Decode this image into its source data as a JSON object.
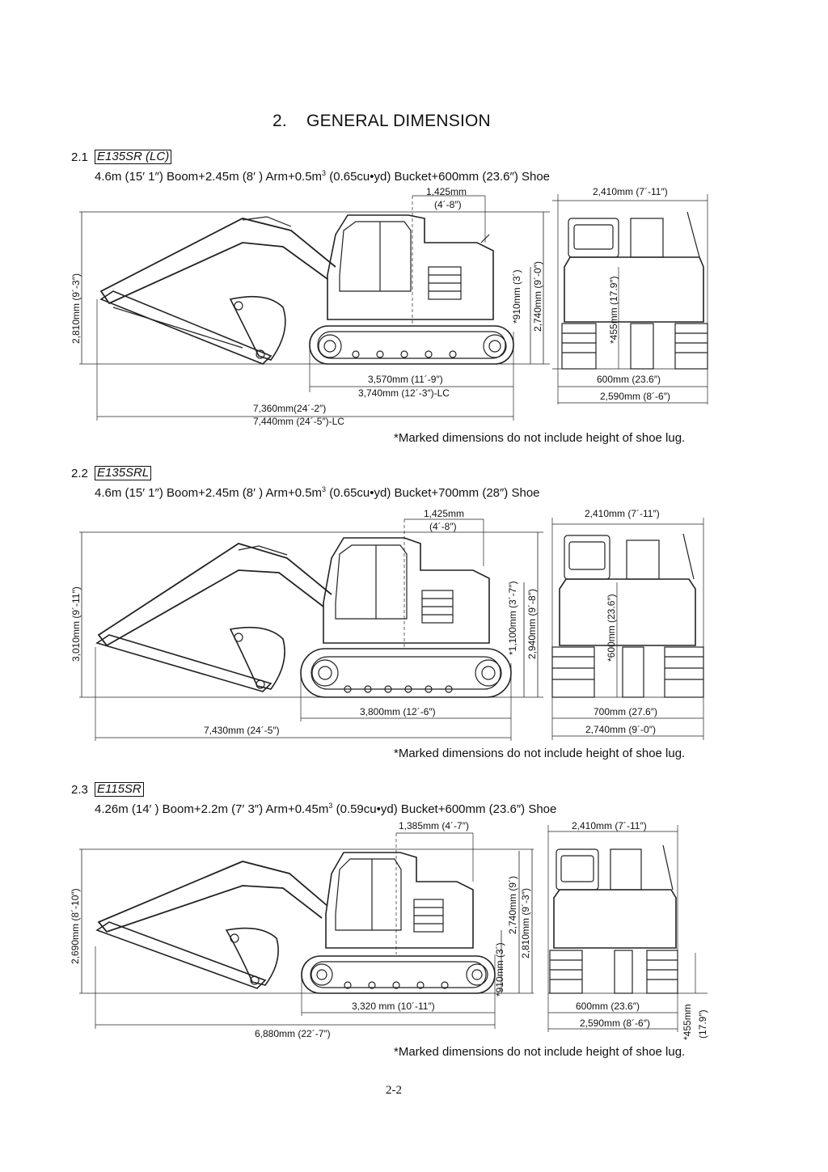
{
  "page": {
    "title": "2.    GENERAL DIMENSION",
    "page_number": "2-2"
  },
  "sections": [
    {
      "num": "2.1",
      "model": "E135SR (LC)",
      "spec_pre": "4.6m (15′ 1″) Boom+2.45m (8′ ) Arm+0.5m",
      "spec_sup": "3",
      "spec_post": " (0.65cu•yd) Bucket+600mm (23.6″) Shoe",
      "note": "*Marked dimensions do not include height of shoe lug.",
      "dims": {
        "d1": "1,425mm",
        "d2": "(4´-8″)",
        "d3": "2,410mm (7´-11″)",
        "d4": "2,810mm (9´-3″)",
        "d5": "*910mm (3´)",
        "d6": "2,740mm (9´-0″)",
        "d7": "*455mm (17.9″)",
        "d8": "3,570mm (11´-9″)",
        "d9": "3,740mm (12´-3″)-LC",
        "d10": "600mm (23.6″)",
        "d11": "2,590mm (8´-6″)",
        "d12": "7,360mm(24´-2″)",
        "d13": "7,440mm (24´-5″)-LC"
      }
    },
    {
      "num": "2.2",
      "model": "E135SRL",
      "spec_pre": "4.6m (15′ 1″) Boom+2.45m (8′ ) Arm+0.5m",
      "spec_sup": "3",
      "spec_post": " (0.65cu•yd) Bucket+700mm (28″) Shoe",
      "note": "*Marked dimensions do not include height of shoe lug.",
      "dims": {
        "d1": "1,425mm",
        "d2": "(4´-8″)",
        "d3": "2,410mm (7´-11″)",
        "d4": "3,010mm (9´-11″)",
        "d5": "*1,100mm (3´-7″)",
        "d6": "2,940mm (9´-8″)",
        "d7": "*600mm (23.6″)",
        "d8": "3,800mm (12´-6″)",
        "d10": "700mm (27.6″)",
        "d11": "2,740mm (9´-0″)",
        "d12": "7,430mm (24´-5″)"
      }
    },
    {
      "num": "2.3",
      "model": "E115SR",
      "spec_pre": "4.26m (14′ ) Boom+2.2m (7′ 3″) Arm+0.45m",
      "spec_sup": "3",
      "spec_post": " (0.59cu•yd) Bucket+600mm (23.6″) Shoe",
      "note": "*Marked dimensions do not include height of shoe lug.",
      "dims": {
        "d1": "1,385mm (4´-7″)",
        "d3": "2,410mm (7´-11″)",
        "d4": "2,690mm (8´-10″)",
        "d5": "2,740mm (9´)",
        "d6": "2,810mm (9´-3″)",
        "d7": "*910mm (3´)",
        "d8": "3,320 mm (10´-11″)",
        "d10": "600mm (23.6″)",
        "d11": "2,590mm (8´-6″)",
        "d12": "6,880mm (22´-7″)",
        "d13": "*455mm",
        "d14": "(17.9″)"
      }
    }
  ]
}
